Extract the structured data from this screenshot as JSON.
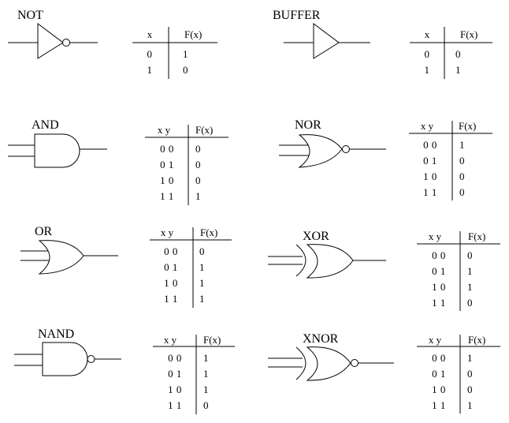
{
  "gates": [
    {
      "id": "not",
      "label": "NOT",
      "table": {
        "headers": [
          "x",
          "F(x)"
        ],
        "rows": [
          [
            "0",
            "1"
          ],
          [
            "1",
            "0"
          ]
        ]
      }
    },
    {
      "id": "buffer",
      "label": "BUFFER",
      "table": {
        "headers": [
          "x",
          "F(x)"
        ],
        "rows": [
          [
            "0",
            "0"
          ],
          [
            "1",
            "1"
          ]
        ]
      }
    },
    {
      "id": "and",
      "label": "AND",
      "table": {
        "headers": [
          "x y",
          "F(x)"
        ],
        "rows": [
          [
            "0 0",
            "0"
          ],
          [
            "0 1",
            "0"
          ],
          [
            "1 0",
            "0"
          ],
          [
            "1 1",
            "1"
          ]
        ]
      }
    },
    {
      "id": "nor",
      "label": "NOR",
      "table": {
        "headers": [
          "x y",
          "F(x)"
        ],
        "rows": [
          [
            "0 0",
            "1"
          ],
          [
            "0 1",
            "0"
          ],
          [
            "1 0",
            "0"
          ],
          [
            "1 1",
            "0"
          ]
        ]
      }
    },
    {
      "id": "or",
      "label": "OR",
      "table": {
        "headers": [
          "x y",
          "F(x)"
        ],
        "rows": [
          [
            "0 0",
            "0"
          ],
          [
            "0 1",
            "1"
          ],
          [
            "1 0",
            "1"
          ],
          [
            "1 1",
            "1"
          ]
        ]
      }
    },
    {
      "id": "xor",
      "label": "XOR",
      "table": {
        "headers": [
          "x y",
          "F(x)"
        ],
        "rows": [
          [
            "0 0",
            "0"
          ],
          [
            "0 1",
            "1"
          ],
          [
            "1 0",
            "1"
          ],
          [
            "1 1",
            "0"
          ]
        ]
      }
    },
    {
      "id": "nand",
      "label": "NAND",
      "table": {
        "headers": [
          "x y",
          "F(x)"
        ],
        "rows": [
          [
            "0 0",
            "1"
          ],
          [
            "0 1",
            "1"
          ],
          [
            "1 0",
            "1"
          ],
          [
            "1 1",
            "0"
          ]
        ]
      }
    },
    {
      "id": "xnor",
      "label": "XNOR",
      "table": {
        "headers": [
          "x y",
          "F(x)"
        ],
        "rows": [
          [
            "0 0",
            "1"
          ],
          [
            "0 1",
            "0"
          ],
          [
            "1 0",
            "0"
          ],
          [
            "1 1",
            "1"
          ]
        ]
      }
    }
  ]
}
